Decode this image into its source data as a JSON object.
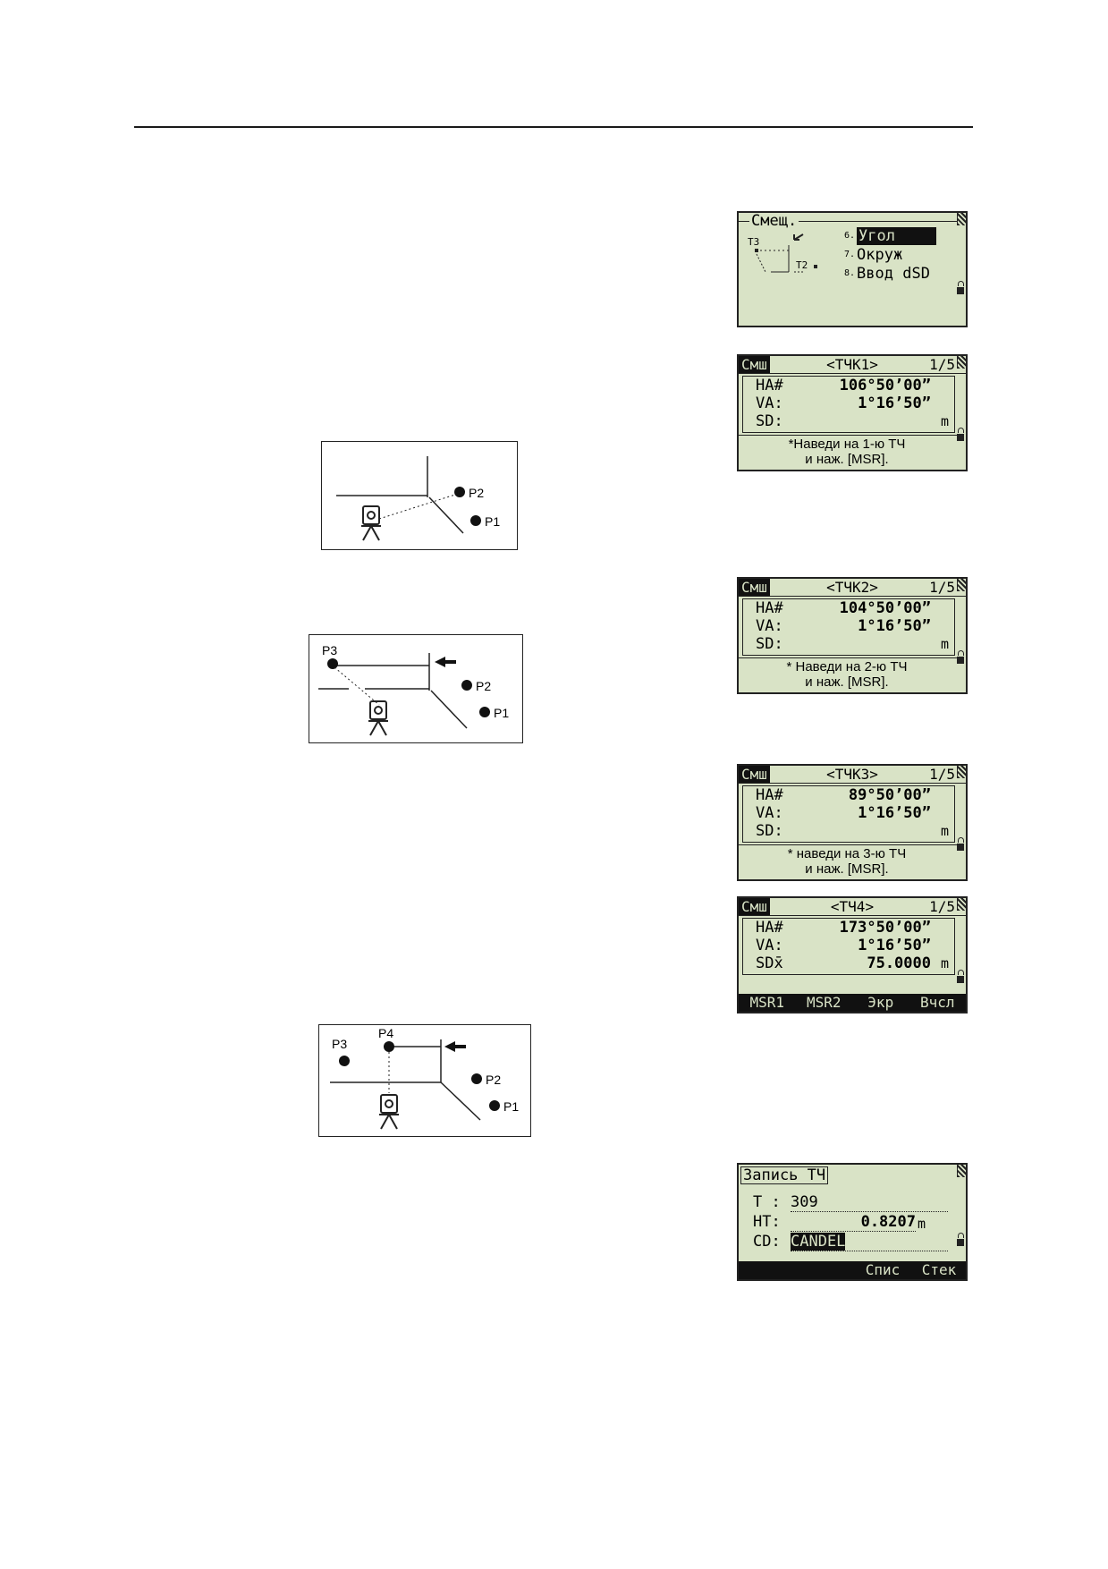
{
  "screens": {
    "offset_menu": {
      "title": "Смещ.",
      "items": [
        {
          "num": "6.",
          "label": "Угол",
          "selected": true
        },
        {
          "num": "7.",
          "label": "Окруж",
          "selected": false
        },
        {
          "num": "8.",
          "label": "Ввод dSD",
          "selected": false
        }
      ],
      "diagram_labels": {
        "t3": "Т3",
        "t2": "Т2"
      }
    },
    "p1": {
      "tag": "Смш",
      "title": "<ТЧК1>",
      "page": "1/5",
      "ha_label": "HA#",
      "ha": "106°50’00”",
      "va_label": "VA:",
      "va": "1°16’50”",
      "sd_label": "SD:",
      "sd": "",
      "sd_unit": "m",
      "msg1": "*Наведи на 1-ю ТЧ",
      "msg2": "и наж. [MSR]."
    },
    "p2": {
      "tag": "Смш",
      "title": "<ТЧК2>",
      "page": "1/5",
      "ha_label": "HA#",
      "ha": "104°50’00”",
      "va_label": "VA:",
      "va": "1°16’50”",
      "sd_label": "SD:",
      "sd": "",
      "sd_unit": "m",
      "msg1": "* Наведи на 2-ю ТЧ",
      "msg2": "и наж. [MSR]."
    },
    "p3": {
      "tag": "Смш",
      "title": "<ТЧК3>",
      "page": "1/5",
      "ha_label": "HA#",
      "ha": "89°50’00”",
      "va_label": "VA:",
      "va": "1°16’50”",
      "sd_label": "SD:",
      "sd": "",
      "sd_unit": "m",
      "msg1": "* наведи на 3-ю ТЧ",
      "msg2": "и наж. [MSR]."
    },
    "p4": {
      "tag": "Смш",
      "title": "<ТЧ4>",
      "page": "1/5",
      "ha_label": "HA#",
      "ha": "173°50’00”",
      "va_label": "VA:",
      "va": "1°16’50”",
      "sd_label": "SDx̄",
      "sd": "75.0000",
      "sd_unit": "m",
      "softkeys": [
        "MSR1",
        "MSR2",
        "Экр",
        "Вчсл"
      ]
    },
    "record": {
      "title": "Запись ТЧ",
      "t_label": "Т :",
      "t_value": "309",
      "ht_label": "HT:",
      "ht_value": "0.8207",
      "ht_unit": "m",
      "cd_label": "CD:",
      "cd_value": "CANDEL",
      "softkeys": [
        "Спис",
        "Стек"
      ]
    }
  },
  "sketches": {
    "s1": {
      "p2": "P2",
      "p1": "P1"
    },
    "s2": {
      "p3": "P3",
      "p2": "P2",
      "p1": "P1"
    },
    "s3": {
      "p3": "P3",
      "p4": "P4",
      "p2": "P2",
      "p1": "P1"
    }
  }
}
